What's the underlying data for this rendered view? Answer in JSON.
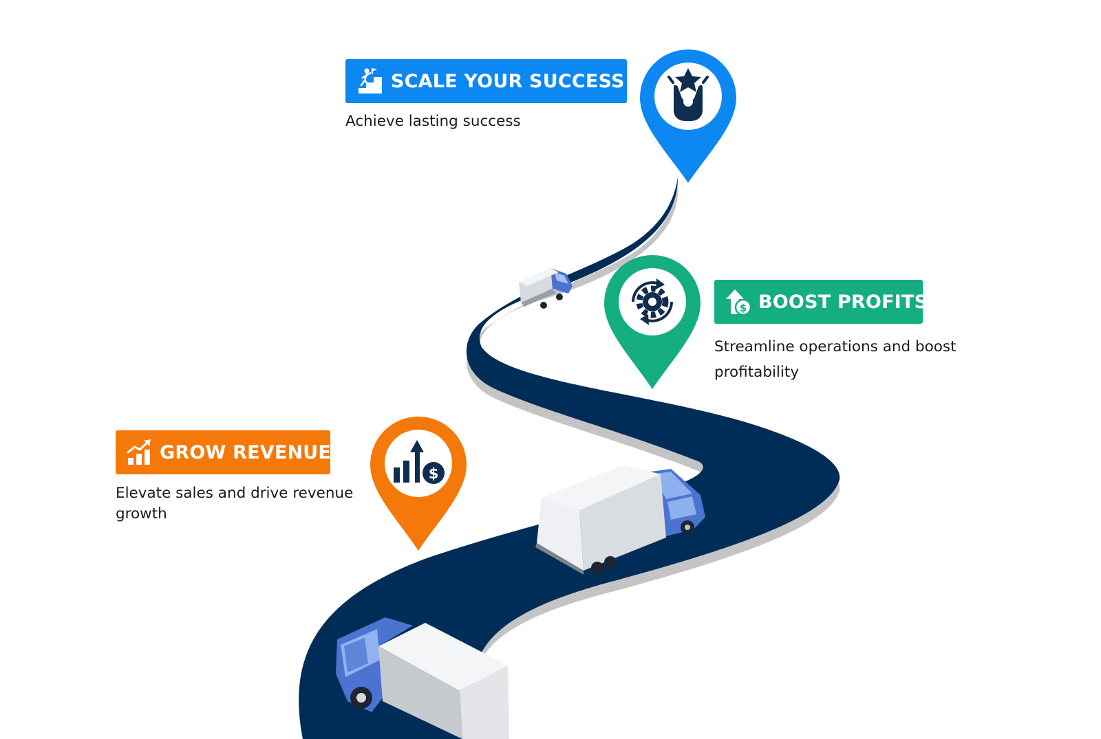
{
  "colors": {
    "road": "#002d57",
    "road_shadow": "#c4c4c4",
    "scale": "#0d88f2",
    "boost": "#14ae80",
    "grow": "#f5790a",
    "icon_dark": "#0f2d4f",
    "truck_cab": "#4b73d1",
    "truck_box": "#e6e8eb"
  },
  "milestones": [
    {
      "id": "scale",
      "title": "SCALE YOUR SUCCESS",
      "description": "Achieve lasting success",
      "banner_icon": "stairs-climb-icon",
      "pin_icon": "achievement-star-icon",
      "color": "#0d88f2"
    },
    {
      "id": "boost",
      "title": "BOOST PROFITS",
      "description": "Streamline operations and boost profitability",
      "banner_icon": "house-dollar-arrow-icon",
      "pin_icon": "gear-cycle-icon",
      "color": "#14ae80"
    },
    {
      "id": "grow",
      "title": "GROW REVENUE",
      "description": "Elevate sales and drive revenue growth",
      "banner_icon": "growth-chart-icon",
      "pin_icon": "chart-dollar-icon",
      "color": "#f5790a"
    }
  ]
}
